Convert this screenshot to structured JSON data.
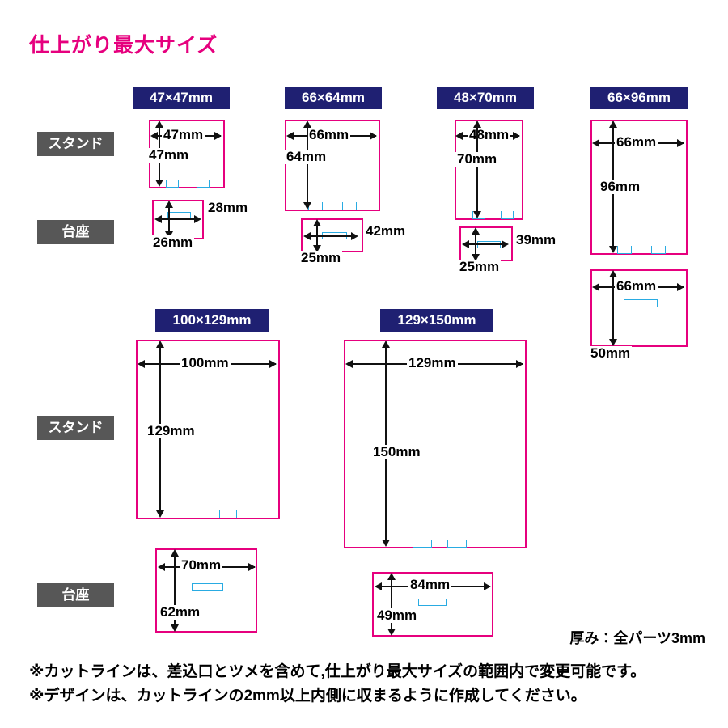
{
  "title": "仕上がり最大サイズ",
  "accent_color": "#e6007e",
  "badge_color": "#1f2072",
  "label_color": "#575757",
  "cutline_color": "#e6007e",
  "slot_color": "#29abe2",
  "row_labels": {
    "stand": "スタンド",
    "base": "台座"
  },
  "units": "mm",
  "groups": [
    {
      "id": "g1",
      "badge": "47×47mm",
      "stand": {
        "width_label": "47mm",
        "height_label": "47mm"
      },
      "base": {
        "width_label": "26mm",
        "height_label": "28mm"
      }
    },
    {
      "id": "g2",
      "badge": "66×64mm",
      "stand": {
        "width_label": "66mm",
        "height_label": "64mm"
      },
      "base": {
        "width_label": "25mm",
        "height_label": "42mm"
      }
    },
    {
      "id": "g3",
      "badge": "48×70mm",
      "stand": {
        "width_label": "48mm",
        "height_label": "70mm"
      },
      "base": {
        "width_label": "25mm",
        "height_label": "39mm"
      }
    },
    {
      "id": "g4",
      "badge": "66×96mm",
      "stand": {
        "width_label": "66mm",
        "height_label": "96mm"
      },
      "base": {
        "width_label": "50mm",
        "height_label": "66mm"
      }
    },
    {
      "id": "g5",
      "badge": "100×129mm",
      "stand": {
        "width_label": "100mm",
        "height_label": "129mm"
      },
      "base": {
        "width_label": "70mm",
        "height_label": "62mm"
      }
    },
    {
      "id": "g6",
      "badge": "129×150mm",
      "stand": {
        "width_label": "129mm",
        "height_label": "150mm"
      },
      "base": {
        "width_label": "84mm",
        "height_label": "49mm"
      }
    }
  ],
  "thickness_note": "厚み：全パーツ3mm",
  "footer_notes": [
    "※カットラインは、差込口とツメを含めて,仕上がり最大サイズの範囲内で変更可能です。",
    "※デザインは、カットラインの2mm以上内側に収まるように作成してください。"
  ]
}
